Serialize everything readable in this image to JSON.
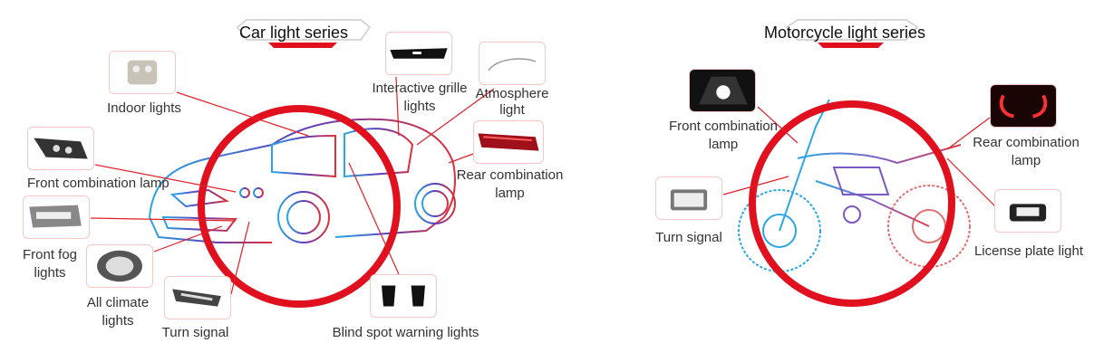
{
  "car_section": {
    "title": "Car light series",
    "items": [
      {
        "label": "Indoor lights"
      },
      {
        "label": "Interactive grille lights"
      },
      {
        "label": "Atmosphere light"
      },
      {
        "label": "Rear combination lamp"
      },
      {
        "label": "Front combination lamp"
      },
      {
        "label": "Front fog lights"
      },
      {
        "label": "All climate lights"
      },
      {
        "label": "Turn signal"
      },
      {
        "label": "Blind spot warning lights"
      }
    ]
  },
  "moto_section": {
    "title": "Motorcycle light series",
    "items": [
      {
        "label": "Front combination lamp"
      },
      {
        "label": "Turn signal"
      },
      {
        "label": "Rear combination lamp"
      },
      {
        "label": "License plate light"
      }
    ]
  },
  "colors": {
    "accent": "#e0101e",
    "line_blue": "#2aa3e0",
    "line_purple": "#6a3fb0"
  }
}
